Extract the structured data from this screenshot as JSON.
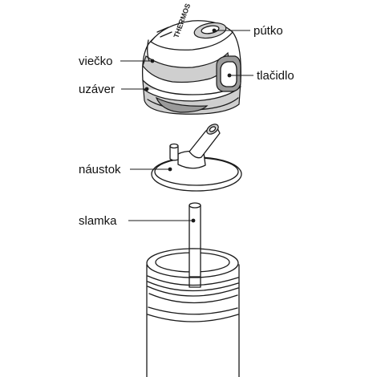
{
  "labels": {
    "putko": "pútko",
    "viecko": "viečko",
    "tlacidlo": "tlačidlo",
    "uzaver": "uzáver",
    "naustok": "náustok",
    "slamka": "slamka"
  },
  "brand": "THERMOS"
}
